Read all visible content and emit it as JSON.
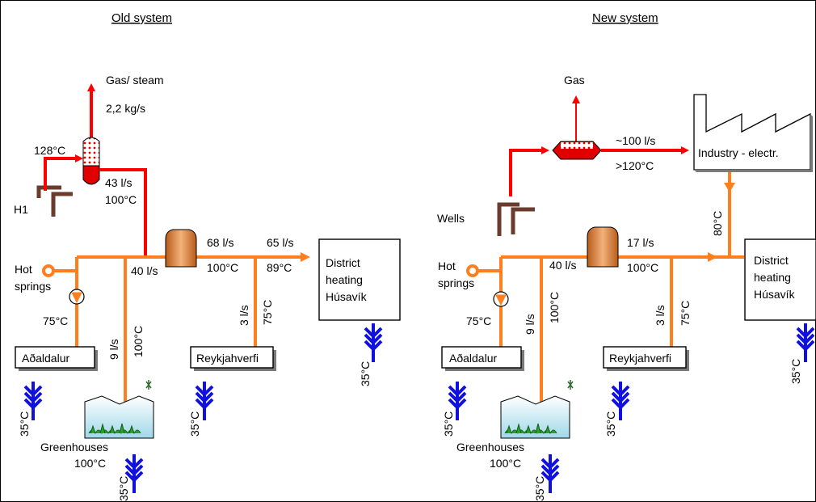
{
  "titles": {
    "old": "Old system",
    "new": "New system"
  },
  "old_system": {
    "gas_steam": "Gas/ steam",
    "steam_flow": "2,2 kg/s",
    "well_temp": "128°C",
    "well_name": "H1",
    "separator_flow": "43 l/s",
    "separator_temp": "100°C",
    "hot_springs_line1": "Hot",
    "hot_springs_line2": "springs",
    "springs_flow": "40 l/s",
    "tank_out_flow": "68 l/s",
    "tank_out_temp": "100°C",
    "district_flow": "65 l/s",
    "district_temp": "89°C",
    "district_line1": "District",
    "district_line2": "heating",
    "district_line3": "Húsavík",
    "pump_temp": "75°C",
    "aedaldalur": "Aðaldalur",
    "greenhouse_flow": "9 l/s",
    "greenhouse_temp": "100°C",
    "reykjahverfi": "Reykjahverfi",
    "reykja_flow": "3 l/s",
    "reykja_temp": "75°C",
    "return_temp": "35°C",
    "greenhouses_label": "Greenhouses",
    "greenhouses_temp": "100°C"
  },
  "new_system": {
    "gas": "Gas",
    "industry_flow": "~100 l/s",
    "industry_temp": ">120°C",
    "industry": "Industry - electr.",
    "industry_return_temp": "80°C",
    "wells": "Wells",
    "hot_springs_line1": "Hot",
    "hot_springs_line2": "springs",
    "springs_flow": "40 l/s",
    "tank_out_flow": "17 l/s",
    "tank_out_temp": "100°C",
    "district_line1": "District",
    "district_line2": "heating",
    "district_line3": "Húsavík",
    "pump_temp": "75°C",
    "aedaldalur": "Aðaldalur",
    "greenhouse_flow": "9 l/s",
    "greenhouse_temp": "100°C",
    "reykjahverfi": "Reykjahverfi",
    "reykja_flow": "3 l/s",
    "reykja_temp": "75°C",
    "return_temp": "35°C",
    "greenhouses_label": "Greenhouses",
    "greenhouses_temp": "100°C"
  },
  "colors": {
    "hot_pipe": "#ff0000",
    "warm_pipe": "#ff7f1f",
    "drain": "#1010e0",
    "well": "#6b3b2e",
    "tank": "#d9823a"
  }
}
